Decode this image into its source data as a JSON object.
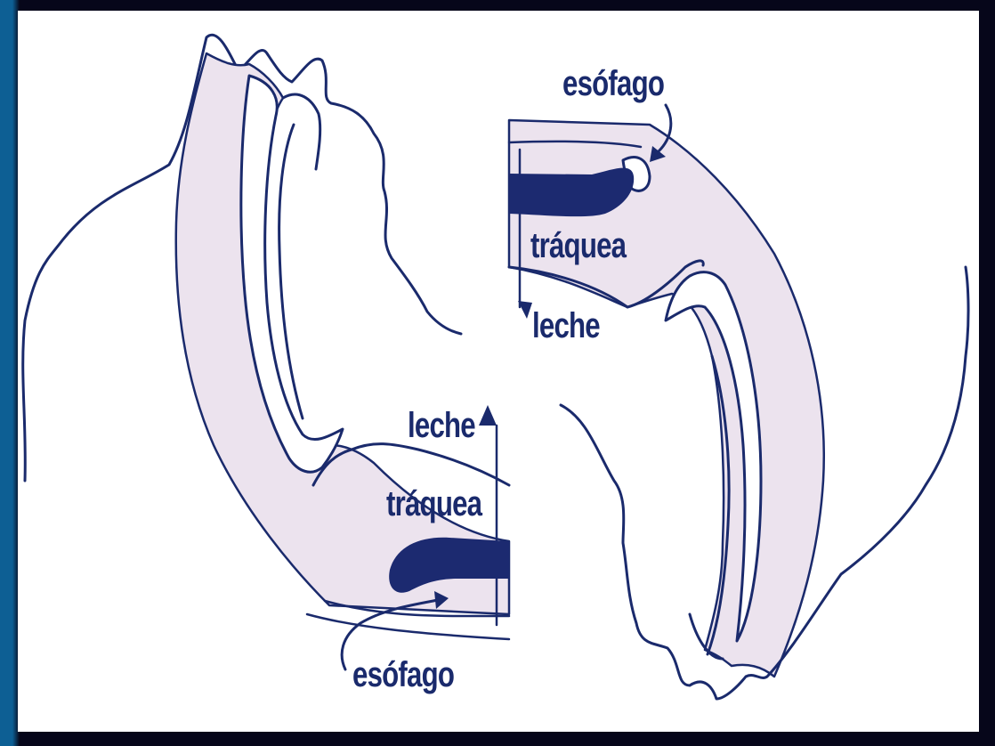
{
  "labels": {
    "right_esophagus": "esófago",
    "right_trachea": "tráquea",
    "right_milk": "leche",
    "left_milk": "leche",
    "left_trachea": "tráquea",
    "left_esophagus": "esófago"
  },
  "colors": {
    "outline": "#1a2a6c",
    "tissue": "#ece3ee",
    "milk_blob": "#1c2a70",
    "frame_accent": "#0d5f94"
  }
}
